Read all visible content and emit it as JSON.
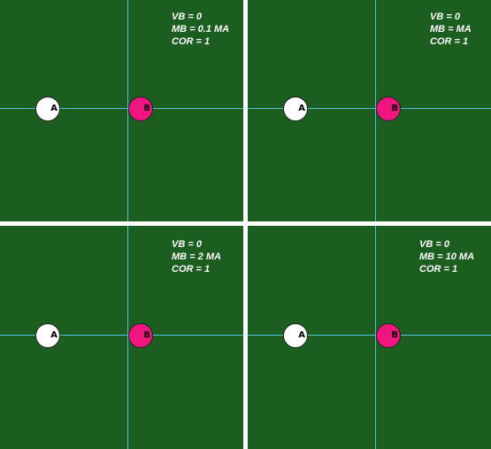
{
  "colors": {
    "table": "#1b5e20",
    "divider": "#ffffff",
    "guide_line": "#4fc3d8",
    "ball_a": "#ffffff",
    "ball_b": "#f0157f",
    "text": "#ffffff"
  },
  "panels": [
    {
      "vb": "VB = 0",
      "mb": "MB = 0.1 MA",
      "cor": "COR = 1",
      "ball_a_label": "A",
      "ball_b_label": "B"
    },
    {
      "vb": "VB = 0",
      "mb": "MB = MA",
      "cor": "COR = 1",
      "ball_a_label": "A",
      "ball_b_label": "B"
    },
    {
      "vb": "VB = 0",
      "mb": "MB = 2 MA",
      "cor": "COR = 1",
      "ball_a_label": "A",
      "ball_b_label": "B"
    },
    {
      "vb": "VB = 0",
      "mb": "MB = 10 MA",
      "cor": "COR = 1",
      "ball_a_label": "A",
      "ball_b_label": "B"
    }
  ]
}
